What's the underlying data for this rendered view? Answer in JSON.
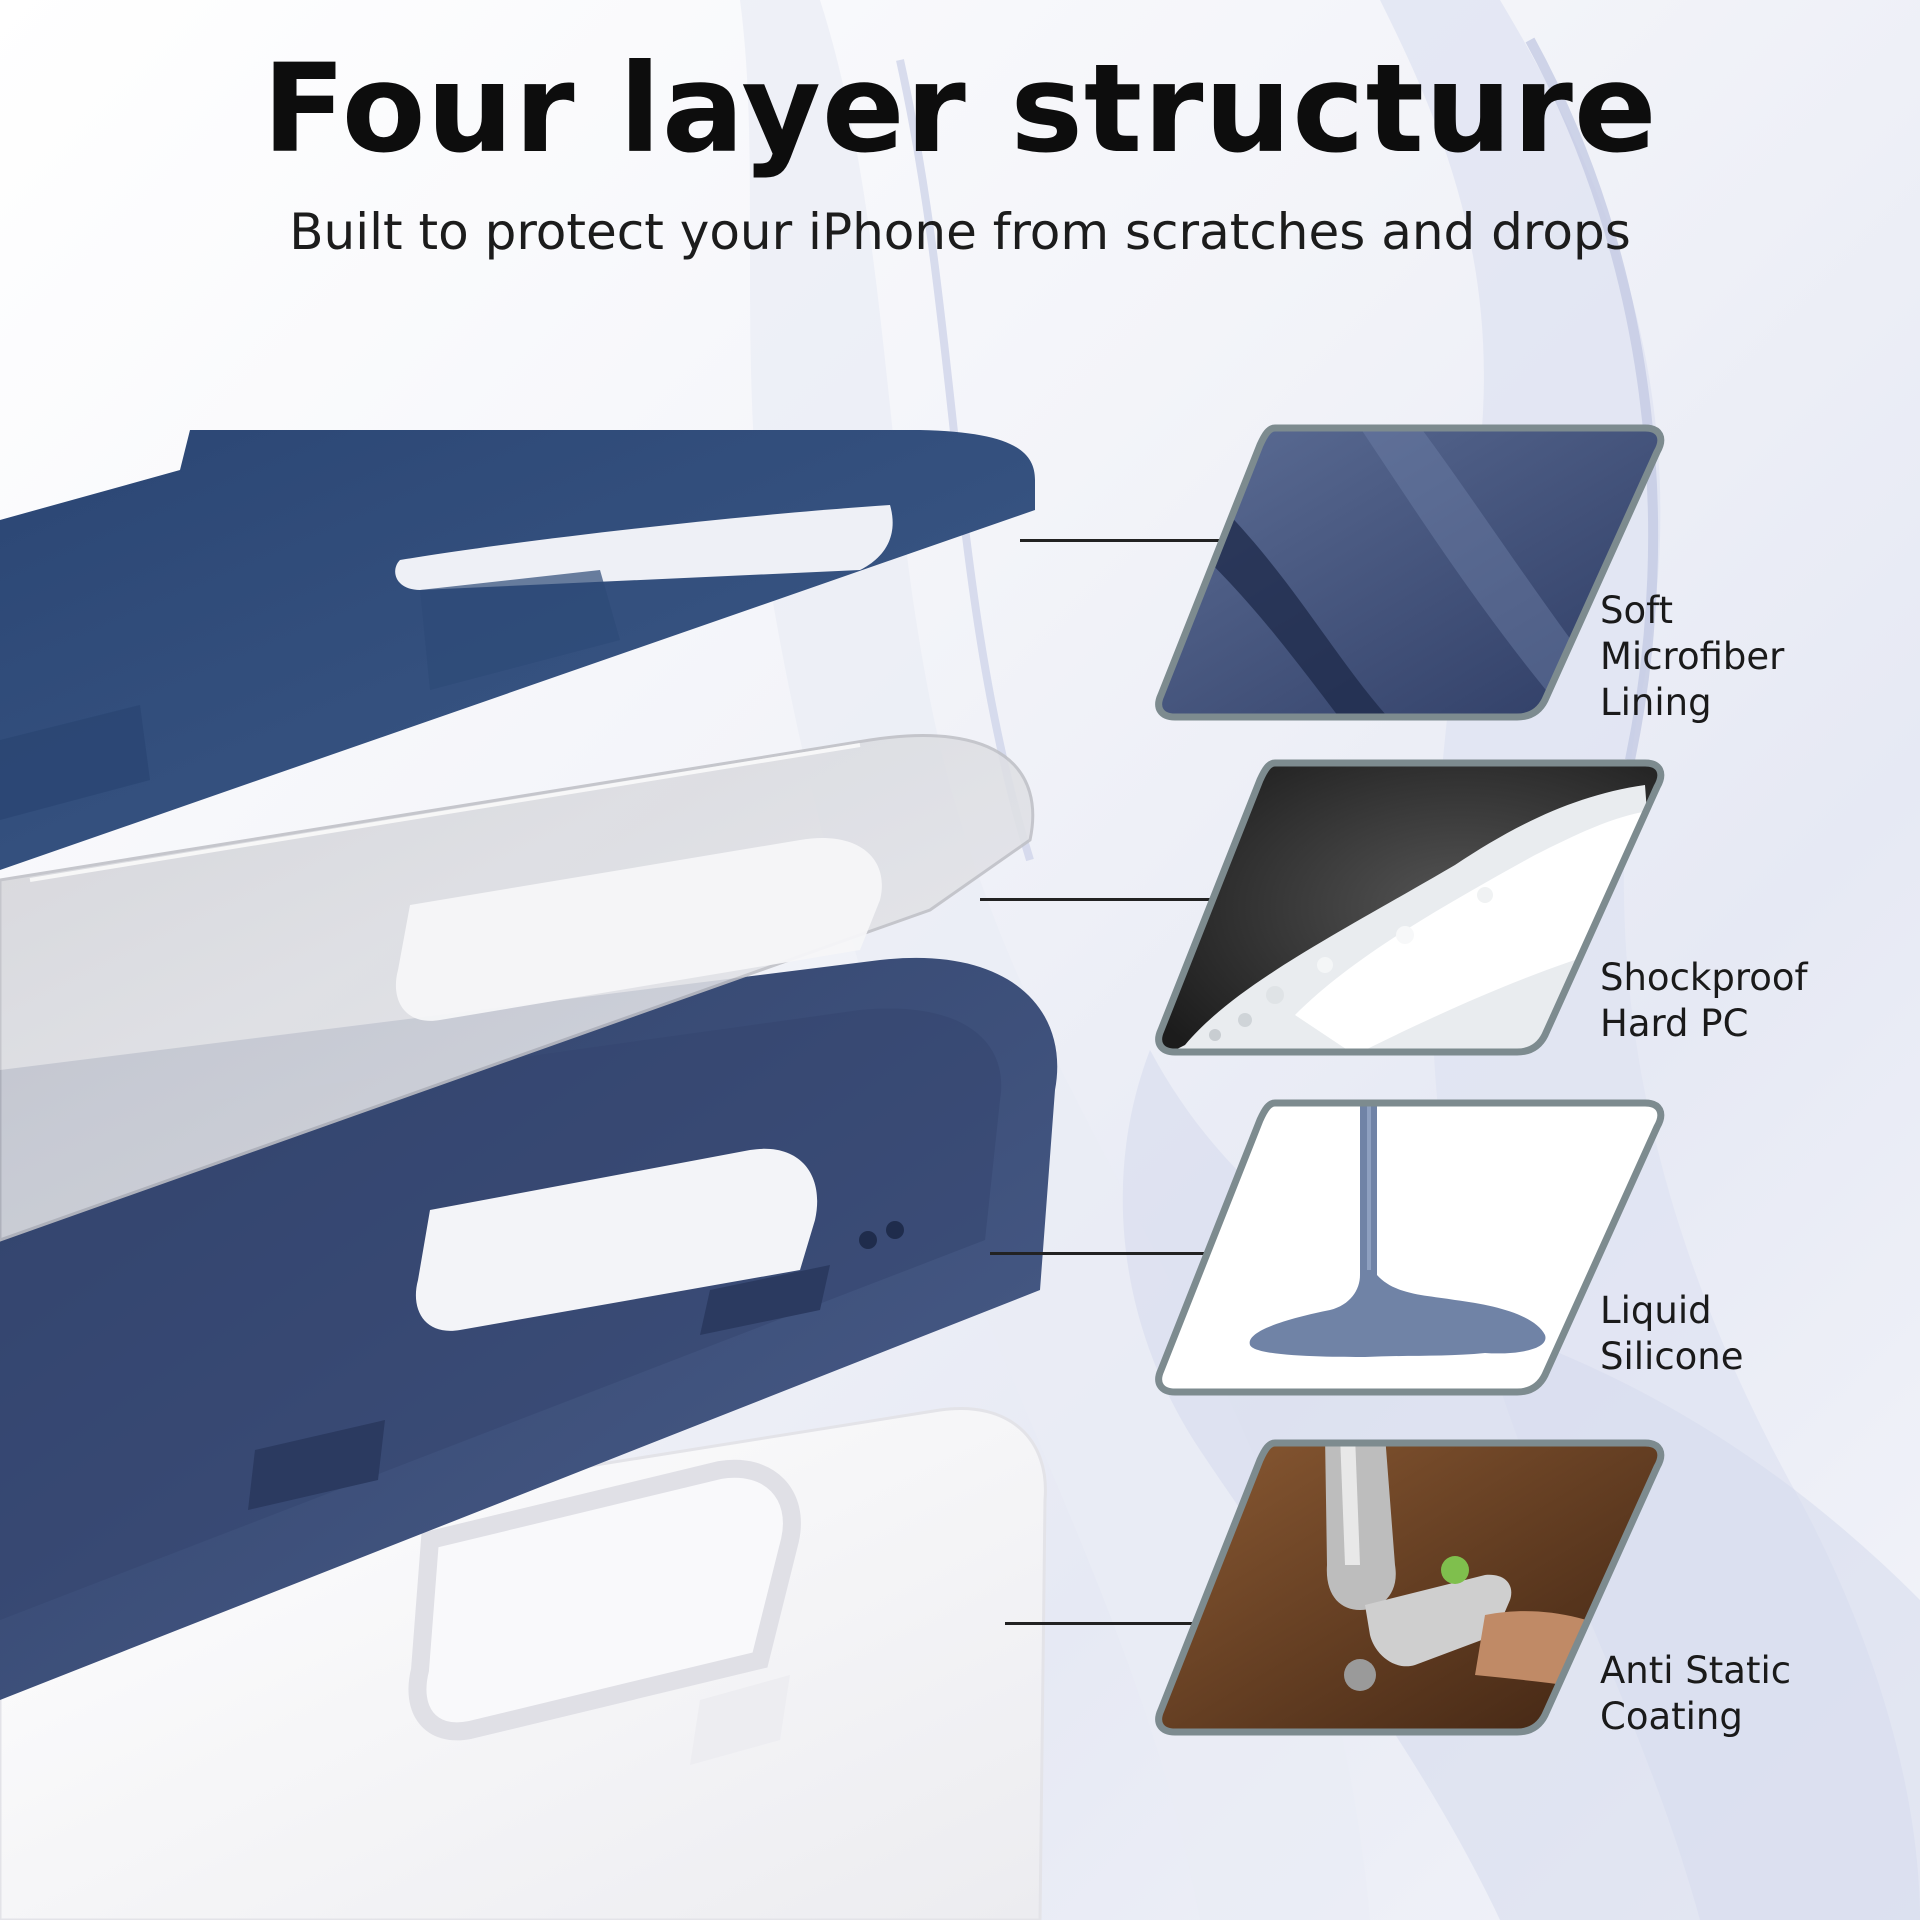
{
  "header": {
    "title": "Four layer structure",
    "subtitle": "Built to protect your iPhone from scratches and drops"
  },
  "colors": {
    "microfiber": "#34517e",
    "silicone": "#3e5079",
    "pc_clear": "#dcdde2",
    "coating": "#f4f4f6",
    "tile_border": "#7d8b8f"
  },
  "features": [
    {
      "id": "microfiber",
      "line1": "Soft",
      "line2": "Microfiber",
      "line3": "Lining",
      "icon": "fabric-icon"
    },
    {
      "id": "pc",
      "line1": "Shockproof",
      "line2": "Hard PC",
      "icon": "pellets-icon"
    },
    {
      "id": "silicone",
      "line1": "Liquid",
      "line2": "Silicone",
      "icon": "liquid-drip-icon"
    },
    {
      "id": "coating",
      "line1": "Anti Static",
      "line2": "Coating",
      "icon": "spray-gun-icon"
    }
  ]
}
